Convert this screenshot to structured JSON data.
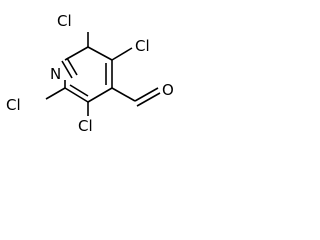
{
  "molecule": {
    "ring_nitrogen": "N",
    "chloro_top_left": "Cl",
    "chloro_top_right": "Cl",
    "chloro_bottom_left": "Cl",
    "chloro_bottom_right": "Cl",
    "aldehyde_oxygen": "O"
  },
  "colors": {
    "bond": "#000000",
    "atom_label": "#000000",
    "background": "#ffffff"
  }
}
